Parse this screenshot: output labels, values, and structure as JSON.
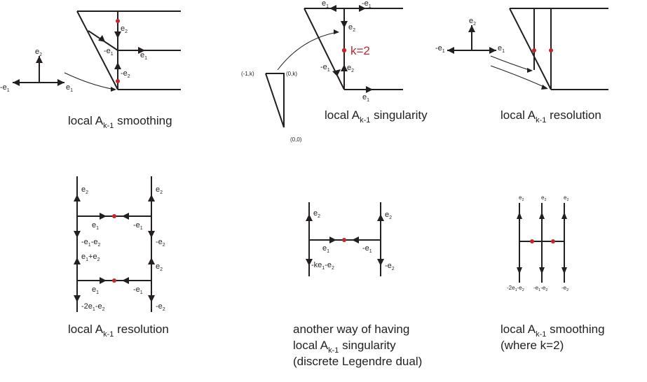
{
  "labels": {
    "e1": "e",
    "e2": "e",
    "neg_e1": "-e",
    "neg_e2": "-e",
    "sub1": "1",
    "sub2": "2",
    "k_eq_2": "k=2",
    "pt_m1k": "(-1,k)",
    "pt_0k": "(0,k)",
    "pt_00": "(0,0)",
    "neg_e1_minus": "-e",
    "minus_e2_tail": "-e",
    "e1_plus": "e",
    "plus_e2_tail": "+e",
    "neg2e1": "-2e",
    "neg_ke1": "-ke"
  },
  "captions": {
    "c1": {
      "pre": "local A",
      "sub": "k-1",
      "post": " smoothing"
    },
    "c2": {
      "pre": "local A",
      "sub": "k-1",
      "post": " singularity"
    },
    "c3": {
      "pre": "local A",
      "sub": "k-1",
      "post": " resolution"
    },
    "c4": {
      "pre": "local A",
      "sub": "k-1",
      "post": " resolution"
    },
    "c5": {
      "line1": "another way of having",
      "pre": "local A",
      "sub": "k-1",
      "post": " singularity",
      "line3": "(discrete Legendre dual)"
    },
    "c6": {
      "pre": "local A",
      "sub": "k-1",
      "post": " smoothing",
      "line2": "(where k=2)"
    }
  },
  "colors": {
    "ink": "#231f20",
    "accent": "#c1272d"
  }
}
